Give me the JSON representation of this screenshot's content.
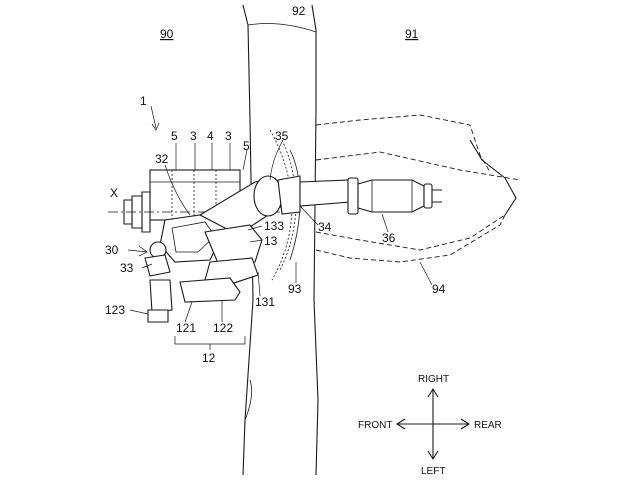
{
  "diagram": {
    "zone_labels": {
      "front_zone": "90",
      "rear_zone": "91"
    },
    "part_labels": {
      "dash_panel": "92",
      "engine": "1",
      "axis_x": "X",
      "seal_5a": "5",
      "cyl_3a": "3",
      "cyl_4": "4",
      "cyl_3b": "3",
      "seal_5b": "5",
      "pipe_35": "35",
      "pipe_32": "32",
      "mount_30": "30",
      "sensor_33": "33",
      "part_133": "133",
      "manifold_13": "13",
      "tunnel_34": "34",
      "catalyst_36": "36",
      "part_131": "131",
      "panel_93": "93",
      "floor_94": "94",
      "bolt_123": "123",
      "pipe_121": "121",
      "pipe_122": "122",
      "assembly_12": "12"
    },
    "directions": {
      "up": "RIGHT",
      "down": "LEFT",
      "left": "FRONT",
      "right": "REAR"
    }
  }
}
